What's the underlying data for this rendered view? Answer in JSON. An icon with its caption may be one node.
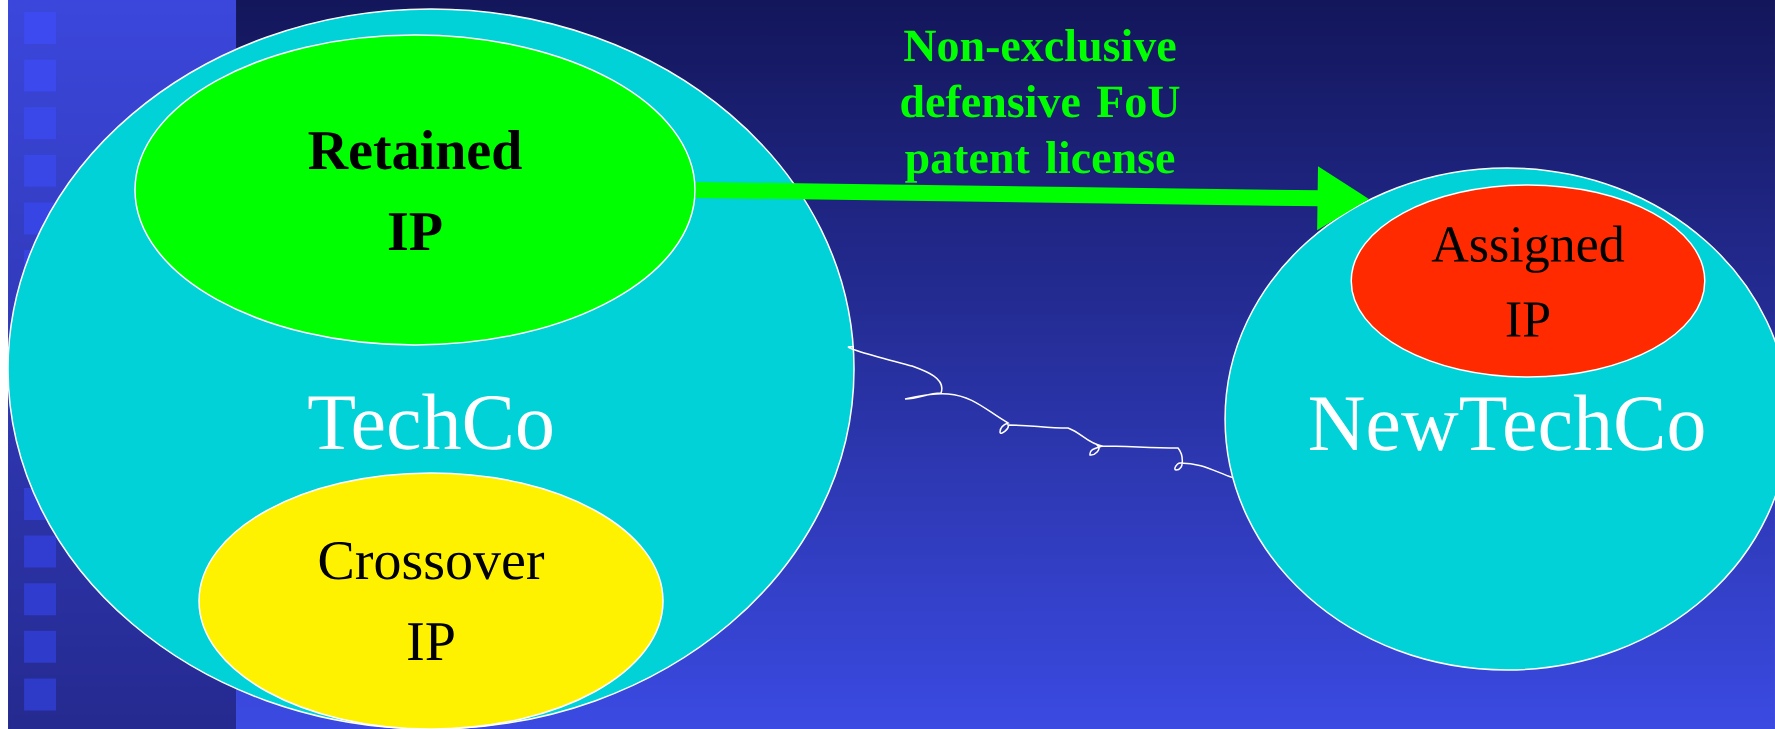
{
  "diagram": {
    "nodes": [
      {
        "text": [
          "TechCo"
        ]
      },
      {
        "text": [
          "Retained IP"
        ],
        "in": 0
      },
      {
        "text": [
          "Crossover IP"
        ],
        "in": 0
      },
      {
        "text": [
          "NewTechCo"
        ]
      },
      {
        "text": [
          "Assigned IP"
        ],
        "in": 3
      }
    ],
    "edges": [
      {
        "from": 1,
        "to": 3,
        "arrow": "to",
        "label": "Non-exclusive defensive FoU patent license",
        "style": "thick",
        "color": "#00ff00"
      },
      {
        "from": 0,
        "to": 3,
        "arrow": "none",
        "color": "#ffffff"
      }
    ]
  }
}
